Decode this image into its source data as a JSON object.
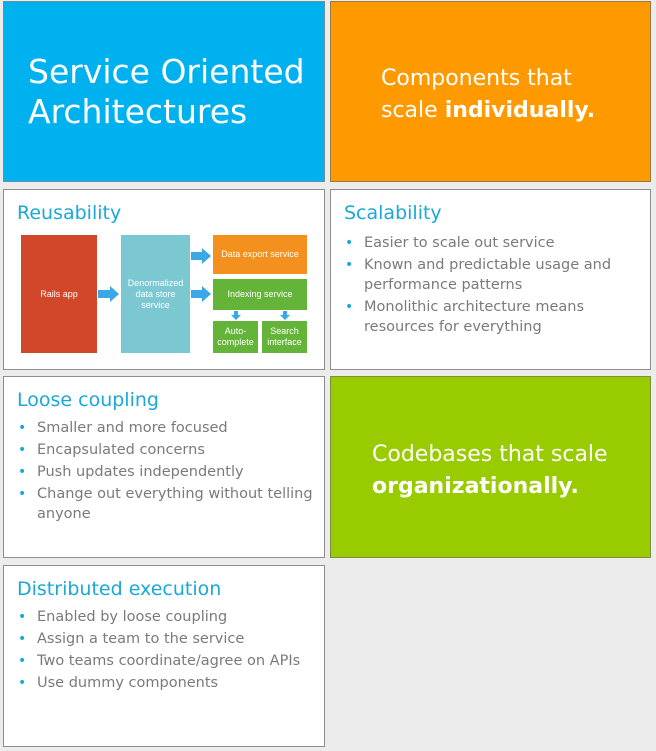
{
  "title_tile": {
    "lines": [
      "Service Oriented",
      "Architectures"
    ]
  },
  "components_tile": {
    "line1": "Components that",
    "line2_plain": "scale ",
    "line2_bold": "individually."
  },
  "reusability": {
    "title": "Reusability",
    "diagram": {
      "rails_app": "Rails app",
      "denormalized": "Denormalized data store service",
      "data_export": "Data export service",
      "indexing": "Indexing service",
      "autocomplete": "Auto-complete",
      "search": "Search interface"
    }
  },
  "scalability": {
    "title": "Scalability",
    "bullets": [
      "Easier to scale out service",
      "Known and predictable usage and performance patterns",
      "Monolithic architecture means resources for everything"
    ]
  },
  "loose_coupling": {
    "title": "Loose coupling",
    "bullets": [
      "Smaller and more focused",
      "Encapsulated concerns",
      "Push updates independently",
      "Change out everything without telling anyone"
    ]
  },
  "codebases_tile": {
    "line1": "Codebases that scale",
    "line2_bold": "organizationally."
  },
  "distributed": {
    "title": "Distributed execution",
    "bullets": [
      "Enabled by loose coupling",
      "Assign a team to the service",
      "Two teams coordinate/agree on APIs",
      "Use dummy components"
    ]
  },
  "colors": {
    "blue_tile": "#00b1f0",
    "orange_tile": "#ff9900",
    "green_tile": "#99cc00",
    "heading": "#1aa8d9",
    "body_text": "#7a7a7a",
    "arrow": "#3aa7e6"
  }
}
